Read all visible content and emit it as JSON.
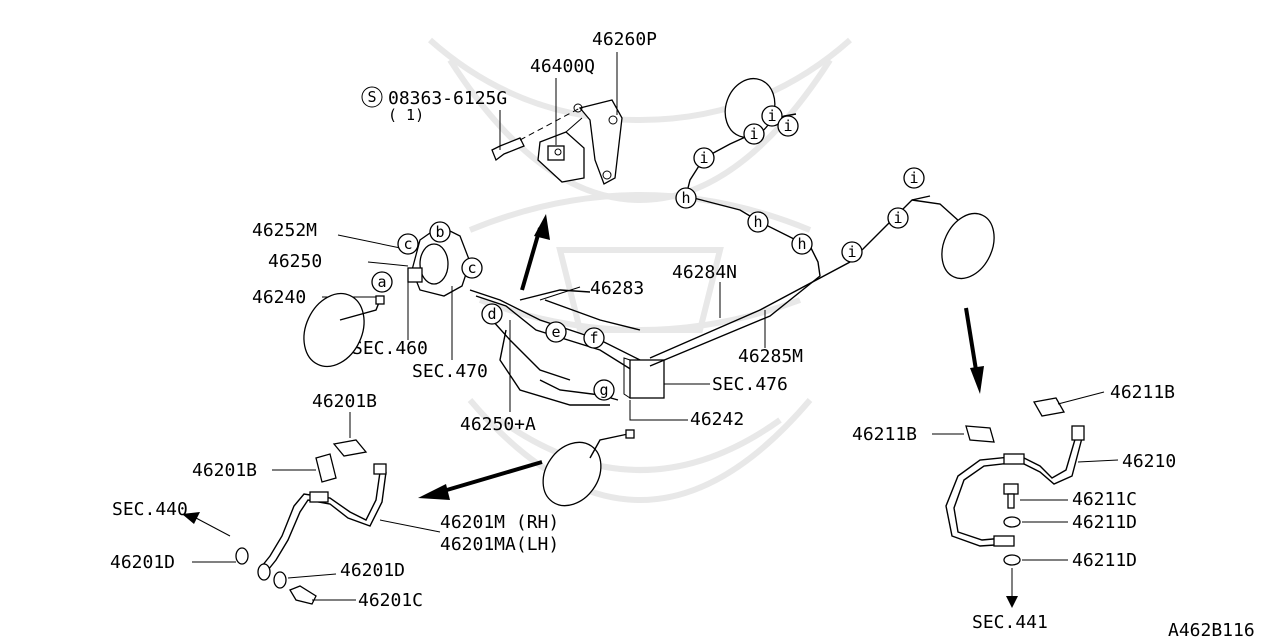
{
  "labels": {
    "p46260P": "46260P",
    "p46400Q": "46400Q",
    "p08363": "08363-6125G",
    "p08363_qty": "( 1)",
    "s_symbol": "S",
    "p46252M": "46252M",
    "p46250": "46250",
    "p46240": "46240",
    "sec460": "SEC.460",
    "sec470": "SEC.470",
    "p46283": "46283",
    "p46284N": "46284N",
    "p46285M": "46285M",
    "sec476": "SEC.476",
    "p46250A": "46250+A",
    "p46242": "46242",
    "p46201B_1": "46201B",
    "p46201B_2": "46201B",
    "sec440": "SEC.440",
    "p46201M": "46201M (RH)",
    "p46201MA": "46201MA(LH)",
    "p46201D_1": "46201D",
    "p46201D_2": "46201D",
    "p46201C": "46201C",
    "p46211B_1": "46211B",
    "p46211B_2": "46211B",
    "p46210": "46210",
    "p46211C": "46211C",
    "p46211D_1": "46211D",
    "p46211D_2": "46211D",
    "sec441": "SEC.441",
    "diagram_id": "A462B116"
  },
  "callouts": {
    "a": "a",
    "b": "b",
    "c1": "c",
    "c2": "c",
    "d": "d",
    "e": "e",
    "f": "f",
    "g": "g",
    "h1": "h",
    "h2": "h",
    "h3": "h",
    "i1": "i",
    "i2": "i",
    "i3": "i",
    "i4": "i",
    "i5": "i",
    "i6": "i",
    "i7": "i"
  }
}
